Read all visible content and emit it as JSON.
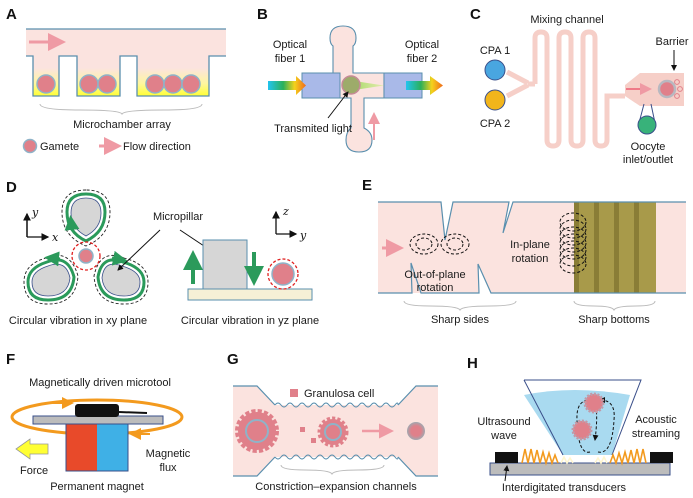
{
  "figure": {
    "panels": {
      "A": {
        "letter": "A",
        "caption": "Microchamber array",
        "legend": [
          {
            "icon": "gamete-icon",
            "label": "Gamete"
          },
          {
            "icon": "flow-arrow-icon",
            "label": "Flow direction"
          }
        ],
        "chambers": [
          {
            "gametes": 1
          },
          {
            "gametes": 2
          },
          {
            "gametes": 3
          }
        ]
      },
      "B": {
        "letter": "B",
        "fiber1": [
          "Optical",
          "fiber 1"
        ],
        "fiber2": [
          "Optical",
          "fiber 2"
        ],
        "annotation": "Transmited light"
      },
      "C": {
        "letter": "C",
        "mixing_channel": "Mixing channel",
        "cpa1": "CPA 1",
        "cpa2": "CPA 2",
        "barrier": "Barrier",
        "oocyte": [
          "Oocyte",
          "inlet/outlet"
        ]
      },
      "D": {
        "letter": "D",
        "micropillar": "Micropillar",
        "caption_xy": "Circular vibration in xy plane",
        "caption_yz": "Circular vibration in yz plane",
        "axes_xy": {
          "x": "x",
          "y": "y"
        },
        "axes_yz": {
          "z": "z",
          "y": "y"
        }
      },
      "E": {
        "letter": "E",
        "out_of_plane": [
          "Out-of-plane",
          "rotation"
        ],
        "in_plane": [
          "In-plane",
          "rotation"
        ],
        "sharp_sides": "Sharp sides",
        "sharp_bottoms": "Sharp bottoms"
      },
      "F": {
        "letter": "F",
        "microtool": "Magnetically driven microtool",
        "force": "Force",
        "flux": [
          "Magnetic",
          "flux"
        ],
        "magnet": "Permanent magnet"
      },
      "G": {
        "letter": "G",
        "legend": "Granulosa cell",
        "caption": "Constriction–expansion channels"
      },
      "H": {
        "letter": "H",
        "ultrasound": [
          "Ultrasound",
          "wave"
        ],
        "streaming": [
          "Acoustic",
          "streaming"
        ],
        "transducers": "Interdigitated transducers"
      }
    },
    "colors": {
      "channel_fill": "#fbe3df",
      "channel_stroke": "#5a8fae",
      "gamete": "#e0808a",
      "gamete_ring": "#8fb3c8",
      "flow_arrow": "#ef9aa4",
      "yellow": "#ffff33",
      "fiber_box": "#a9b9e8",
      "cpa1": "#49a6e0",
      "cpa2": "#f2b51b",
      "oocyte_port": "#38b27a",
      "green_arrow": "#2b9a5b",
      "pillar": "#d6d6d6",
      "red_dash": "#e02020",
      "bottom_ridge": "#a89a4a",
      "magnet_red": "#e84a2a",
      "magnet_blue": "#3fb0e6",
      "orange": "#f39a1e",
      "force_yellow": "#ffff33",
      "acoustic_blue": "#a9daf0",
      "transducer": "#111111",
      "substrate": "#bcbcbc"
    }
  }
}
